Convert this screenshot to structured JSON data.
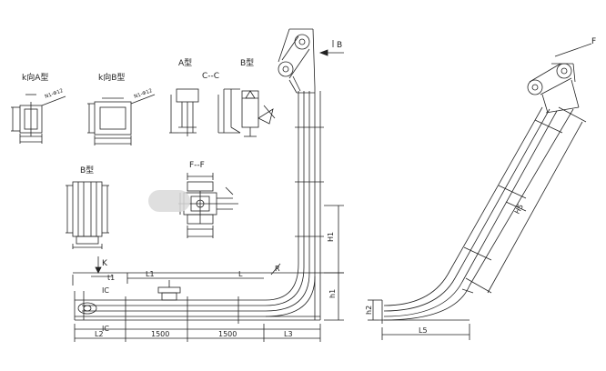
{
  "labels": {
    "view_k_a": "k向A型",
    "view_k_b": "k向B型",
    "type_a": "A型",
    "section_cc": "C--C",
    "type_b": "B型",
    "type_b2": "B型",
    "section_ff": "F--F",
    "view_f": "F",
    "view_b_arrow": "B",
    "view_k": "K",
    "t1": "t1",
    "ic_top": "IC",
    "ic_bottom": "IC",
    "L1": "L1",
    "L": "L",
    "L2": "L2",
    "L3": "L3",
    "L5": "L5",
    "H1": "H1",
    "h1": "h1",
    "h2": "h2",
    "H5": "H5",
    "R": "R",
    "dim_1500a": "1500",
    "dim_1500b": "1500",
    "dim_small_a": "N1-Φ12",
    "dim_small_b": "N1-Φ12"
  }
}
